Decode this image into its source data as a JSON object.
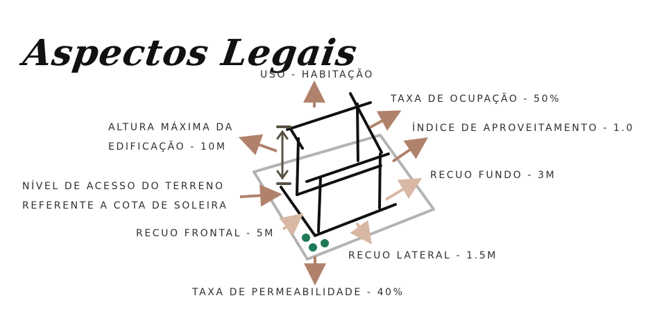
{
  "title": "Aspectos Legais",
  "labels": {
    "uso": "USO - HABITAÇÃO",
    "taxa_ocupacao": "TAXA DE OCUPAÇÃO - 50%",
    "indice_aproveitamento": "ÍNDICE DE APROVEITAMENTO - 1.0",
    "altura_maxima_line1": "ALTURA MÁXIMA DA",
    "altura_maxima_line2": "EDIFICAÇÃO - 10M",
    "recuo_fundo": "RECUO FUNDO - 3M",
    "nivel_acesso_line1": "NÍVEL DE ACESSO DO TERRENO",
    "nivel_acesso_line2": "REFERENTE A COTA DE SOLEIRA",
    "recuo_frontal": "RECUO FRONTAL - 5M",
    "recuo_lateral": "RECUO LATERAL - 1.5M",
    "taxa_permeabilidade": "TAXA DE PERMEABILIDADE - 40%"
  },
  "colors": {
    "arrow_dark": "#b0826b",
    "arrow_light": "#d8b8a4",
    "lot_outline": "#b3b3b3",
    "building": "#111111",
    "height_marker": "#5a5244",
    "tree": "#1e7a57",
    "text": "#2f2f2f"
  }
}
